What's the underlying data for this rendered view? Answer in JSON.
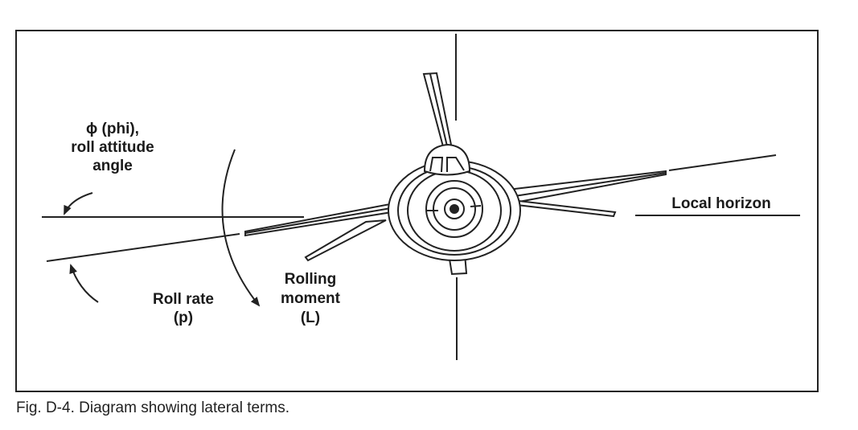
{
  "labels": {
    "phi_line1": "ϕ (phi),",
    "phi_line2": "roll attitude",
    "phi_line3": "angle",
    "roll_rate_line1": "Roll rate",
    "roll_rate_line2": "(p)",
    "rolling_moment_line1": "Rolling",
    "rolling_moment_line2": "moment",
    "rolling_moment_line3": "(L)",
    "local_horizon": "Local horizon"
  },
  "caption": "Fig. D-4. Diagram showing lateral terms."
}
